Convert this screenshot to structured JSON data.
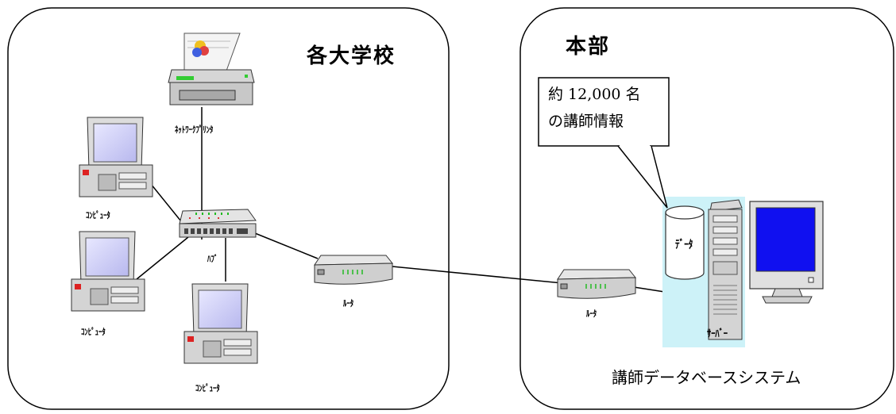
{
  "regions": {
    "campus_title": "各大学校",
    "hq_title": "本部",
    "hq_caption": "講師データベースシステム"
  },
  "callout": {
    "line1": "約 12,000 名",
    "line2": "の講師情報"
  },
  "labels": {
    "printer": "ﾈｯﾄﾜｰｸﾌﾟﾘﾝﾀ",
    "computer1": "ｺﾝﾋﾟｭｰﾀ",
    "computer2": "ｺﾝﾋﾟｭｰﾀ",
    "computer3": "ｺﾝﾋﾟｭｰﾀ",
    "hub": "ﾊﾌﾞ",
    "router_campus": "ﾙｰﾀ",
    "router_hq": "ﾙｰﾀ",
    "database": "ﾃﾞｰﾀ",
    "server": "ｻｰﾊﾞｰ"
  },
  "colors": {
    "screen": "#c8c8f0",
    "monitor_screen_hq": "#1010f0",
    "server_highlight": "#cdf2f8",
    "device_body": "#d8d8d8",
    "led_green": "#22cc22",
    "led_red": "#dd2222"
  }
}
